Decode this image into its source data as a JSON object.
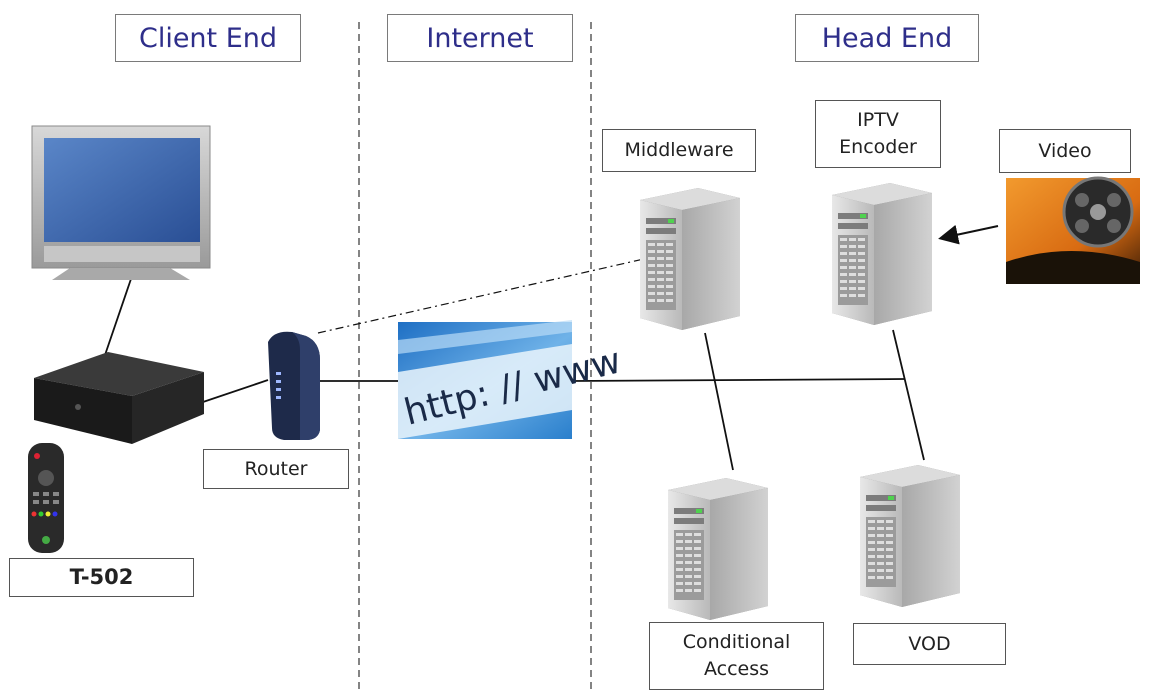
{
  "sections": {
    "client": "Client End",
    "internet": "Internet",
    "head": "Head End"
  },
  "labels": {
    "middleware": "Middleware",
    "iptv_encoder": "IPTV\nEncoder",
    "video": "Video",
    "router": "Router",
    "remote": "T-502",
    "conditional_access": "Conditional\nAccess",
    "vod": "VOD"
  },
  "browser_text": "http: // www"
}
